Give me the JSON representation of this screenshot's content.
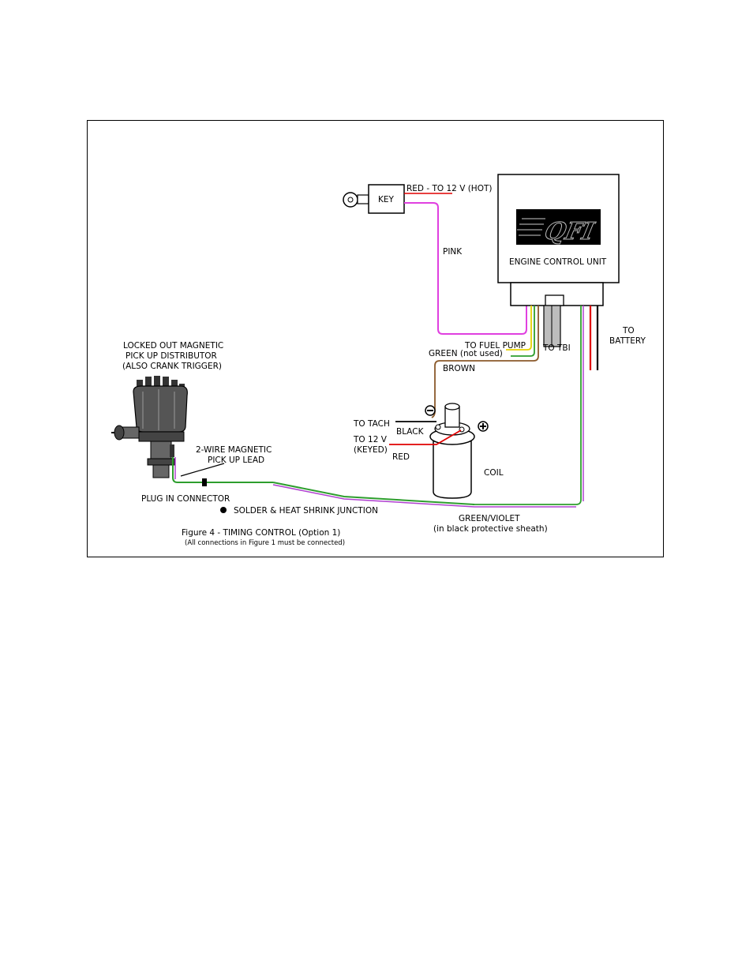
{
  "labels": {
    "key": "KEY",
    "red_12v_hot": "RED - TO 12 V (HOT)",
    "pink": "PINK",
    "engine_control_unit": "ENGINE CONTROL UNIT",
    "to_fuel_pump": "TO FUEL PUMP",
    "green_not_used": "GREEN (not used)",
    "brown": "BROWN",
    "to_tbi": "TO TBI",
    "to_battery_line1": "TO",
    "to_battery_line2": "BATTERY",
    "distributor_line1": "LOCKED OUT MAGNETIC",
    "distributor_line2": "PICK UP DISTRIBUTOR",
    "distributor_line3": "(ALSO CRANK TRIGGER)",
    "to_tach": "TO TACH",
    "black": "BLACK",
    "to_12v_line1": "TO 12 V",
    "to_12v_line2": "(KEYED)",
    "red": "RED",
    "coil": "COIL",
    "pickup_lead_line1": "2-WIRE MAGNETIC",
    "pickup_lead_line2": "PICK UP LEAD",
    "plug_in_connector": "PLUG IN CONNECTOR",
    "solder_junction": "SOLDER & HEAT SHRINK JUNCTION",
    "green_violet_line1": "GREEN/VIOLET",
    "green_violet_line2": "(in black protective sheath)",
    "caption_title": "Figure 4 - TIMING CONTROL (Option 1)",
    "caption_note": "(All connections in Figure 1 must be connected)"
  },
  "logo_text": "QFI",
  "colors": {
    "pink": "#e040e0",
    "red": "#e00000",
    "green": "#2e9e2e",
    "violet": "#b040d0",
    "brown": "#8b5a2b",
    "yellow": "#e6d200",
    "black": "#000000",
    "gray": "#9a9a9a"
  }
}
